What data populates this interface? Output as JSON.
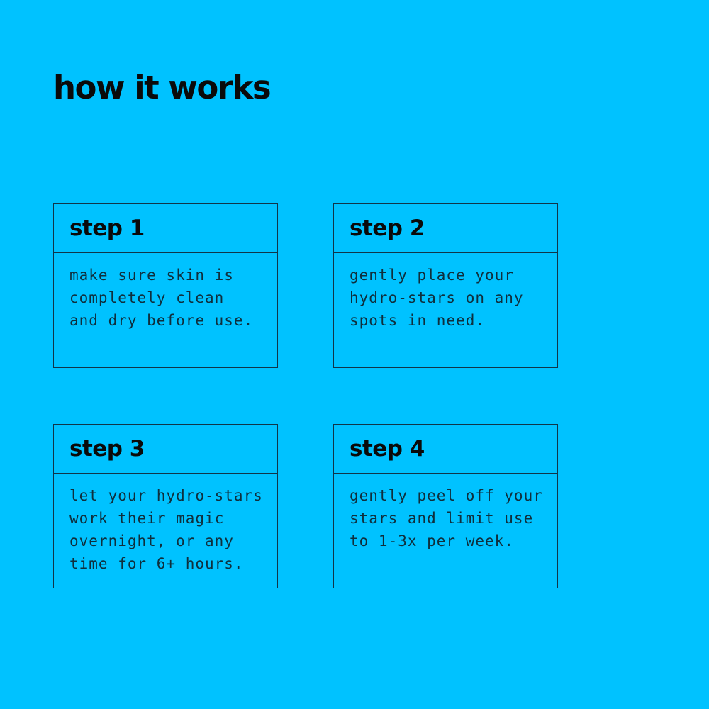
{
  "page": {
    "title": "how it works",
    "colors": {
      "background": "#00C2FF",
      "border": "#113549",
      "heading": "#0a0a0a",
      "body-text": "#0f2f3d"
    }
  },
  "steps": [
    {
      "label": "step 1",
      "description": "make sure skin is\ncompletely clean\nand dry before use."
    },
    {
      "label": "step 2",
      "description": "gently place your\nhydro-stars on any\nspots in need."
    },
    {
      "label": "step 3",
      "description": "let your hydro-stars\nwork their magic\novernight, or any\ntime for 6+ hours."
    },
    {
      "label": "step 4",
      "description": "gently peel off your\nstars and limit use\nto 1-3x per week."
    }
  ]
}
